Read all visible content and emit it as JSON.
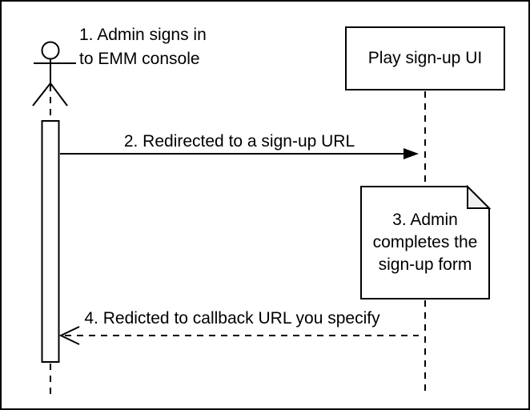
{
  "diagram": {
    "type": "sequence-diagram",
    "actor_label": "1. Admin signs in\nto EMM console",
    "participant": {
      "label": "Play sign-up UI"
    },
    "messages": [
      {
        "label": "2. Redirected to a sign-up URL",
        "style": "solid",
        "direction": "right"
      },
      {
        "label": "4. Redicted to callback URL you specify",
        "style": "dashed",
        "direction": "left"
      }
    ],
    "note": {
      "label": "3. Admin\ncompletes the\nsign-up form"
    },
    "colors": {
      "stroke": "#000000",
      "background": "#ffffff",
      "note_fold": "#f0f0f0"
    }
  }
}
